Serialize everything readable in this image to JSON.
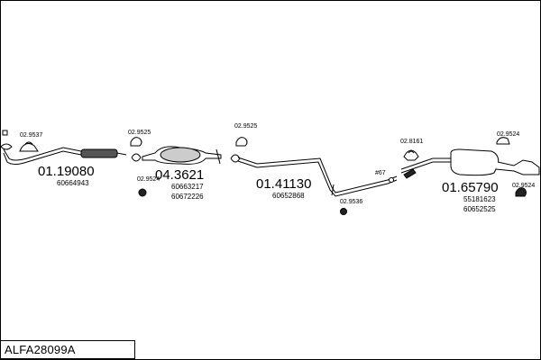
{
  "title": "ALFA28099A",
  "parts": {
    "p1": {
      "number": "01.19080",
      "oem": [
        "60664943"
      ]
    },
    "p2": {
      "number": "04.3621",
      "oem": [
        "60663217",
        "60672226"
      ]
    },
    "p3": {
      "number": "01.41130",
      "oem": [
        "60652868"
      ]
    },
    "p4": {
      "number": "01.65790",
      "oem": [
        "55181623",
        "60652525"
      ]
    }
  },
  "accessories": {
    "a1": "02.9537",
    "a2": "02.9525",
    "a3": "02.9524",
    "a4": "02.9525",
    "a5": "02.9536",
    "a6": "#67",
    "a7": "02.8161",
    "a8": "02.9524",
    "a9": "02.9524"
  },
  "colors": {
    "line": "#000000",
    "part_fill": "#ffffff",
    "dark_part": "#222222"
  }
}
